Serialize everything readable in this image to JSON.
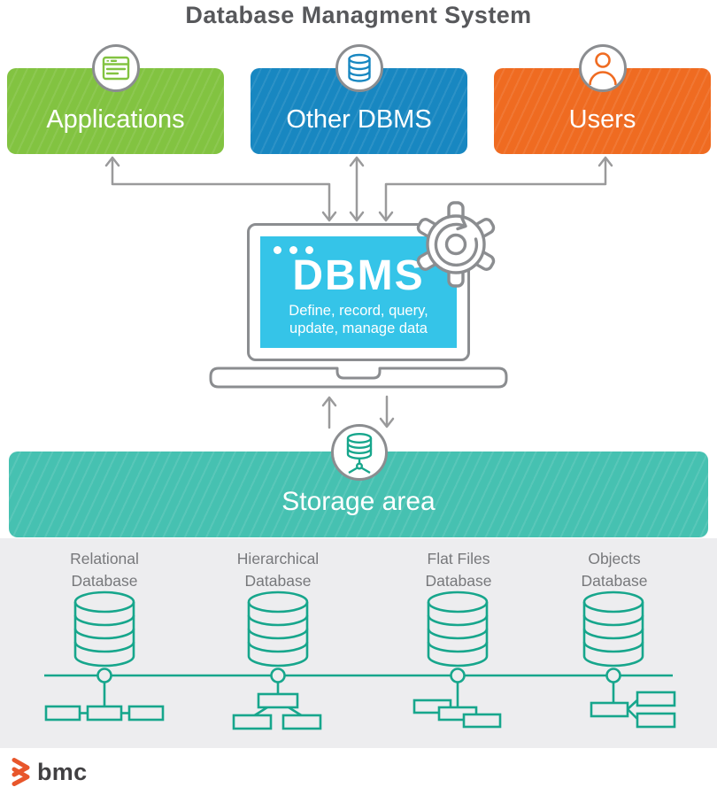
{
  "title": "Database Managment System",
  "colors": {
    "green": "#82C341",
    "blue": "#1887C1",
    "orange": "#EF6B21",
    "screen_cyan": "#35C4E8",
    "storage_teal": "#46C1B1",
    "teal_stroke": "#17A68C",
    "arrow_gray": "#9A9A9B",
    "circle_border_gray": "#8B8D90",
    "title_gray": "#57585B",
    "label_gray": "#77787B",
    "band_gray": "#EDEDEF",
    "logo_orange": "#E8562B",
    "logo_text_gray": "#414042"
  },
  "top_boxes": [
    {
      "label": "Applications",
      "icon": "browser-window-icon"
    },
    {
      "label": "Other DBMS",
      "icon": "database-icon"
    },
    {
      "label": "Users",
      "icon": "user-icon"
    }
  ],
  "laptop": {
    "heading": "DBMS",
    "subtitle_line1": "Define, record, query,",
    "subtitle_line2": "update, manage data",
    "corner_icon": "gear-sync-icon"
  },
  "storage": {
    "label": "Storage area",
    "icon": "storage-database-icon"
  },
  "db_types": [
    {
      "line1": "Relational",
      "line2": "Database",
      "structure": "row of linked records"
    },
    {
      "line1": "Hierarchical",
      "line2": "Database",
      "structure": "parent with two children"
    },
    {
      "line1": "Flat Files",
      "line2": "Database",
      "structure": "staggered flat files"
    },
    {
      "line1": "Objects",
      "line2": "Database",
      "structure": "object with two references"
    }
  ],
  "logo": {
    "text": "bmc"
  }
}
